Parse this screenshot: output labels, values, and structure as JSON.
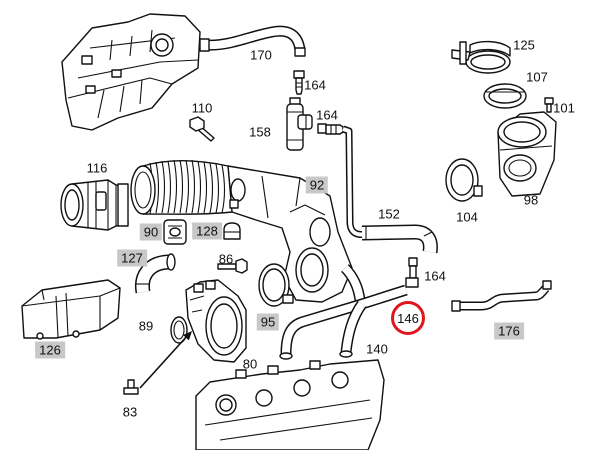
{
  "callouts": [
    "170",
    "164",
    "125",
    "107",
    "101",
    "110",
    "158",
    "164",
    "116",
    "92",
    "152",
    "104",
    "98",
    "90",
    "128",
    "127",
    "86",
    "164",
    "95",
    "146",
    "176",
    "126",
    "89",
    "80",
    "140",
    "83"
  ],
  "colors": {
    "line": "#111111",
    "shade": "#c8c8c8",
    "highlight_circle": "#e0161e"
  }
}
